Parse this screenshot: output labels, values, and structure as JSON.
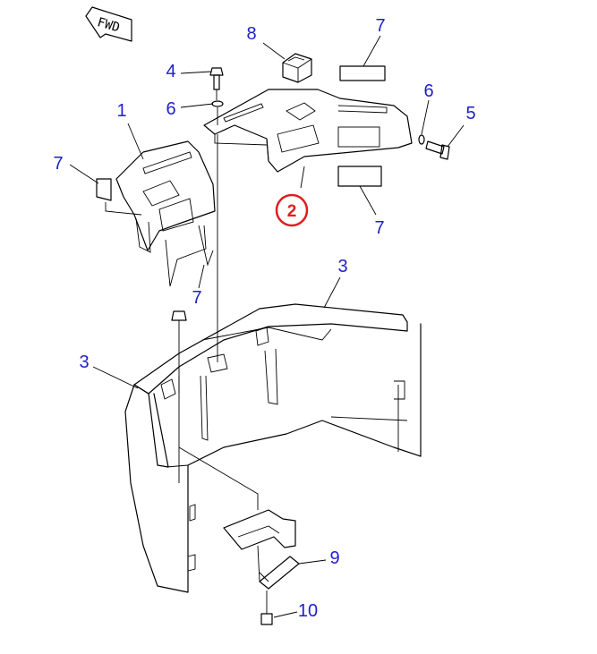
{
  "diagram": {
    "fwd_label": "FWD",
    "callouts": [
      {
        "id": "c1",
        "label": "1"
      },
      {
        "id": "c2",
        "label": "2",
        "highlighted": true
      },
      {
        "id": "c3a",
        "label": "3"
      },
      {
        "id": "c3b",
        "label": "3"
      },
      {
        "id": "c4",
        "label": "4"
      },
      {
        "id": "c5",
        "label": "5"
      },
      {
        "id": "c6a",
        "label": "6"
      },
      {
        "id": "c6b",
        "label": "6"
      },
      {
        "id": "c7a",
        "label": "7"
      },
      {
        "id": "c7b",
        "label": "7"
      },
      {
        "id": "c7c",
        "label": "7"
      },
      {
        "id": "c7d",
        "label": "7"
      },
      {
        "id": "c8",
        "label": "8"
      },
      {
        "id": "c9",
        "label": "9"
      },
      {
        "id": "c10",
        "label": "10"
      }
    ],
    "colors": {
      "callout_text": "#1f1fc8",
      "highlight": "#e01e1e",
      "line": "#000000"
    }
  }
}
